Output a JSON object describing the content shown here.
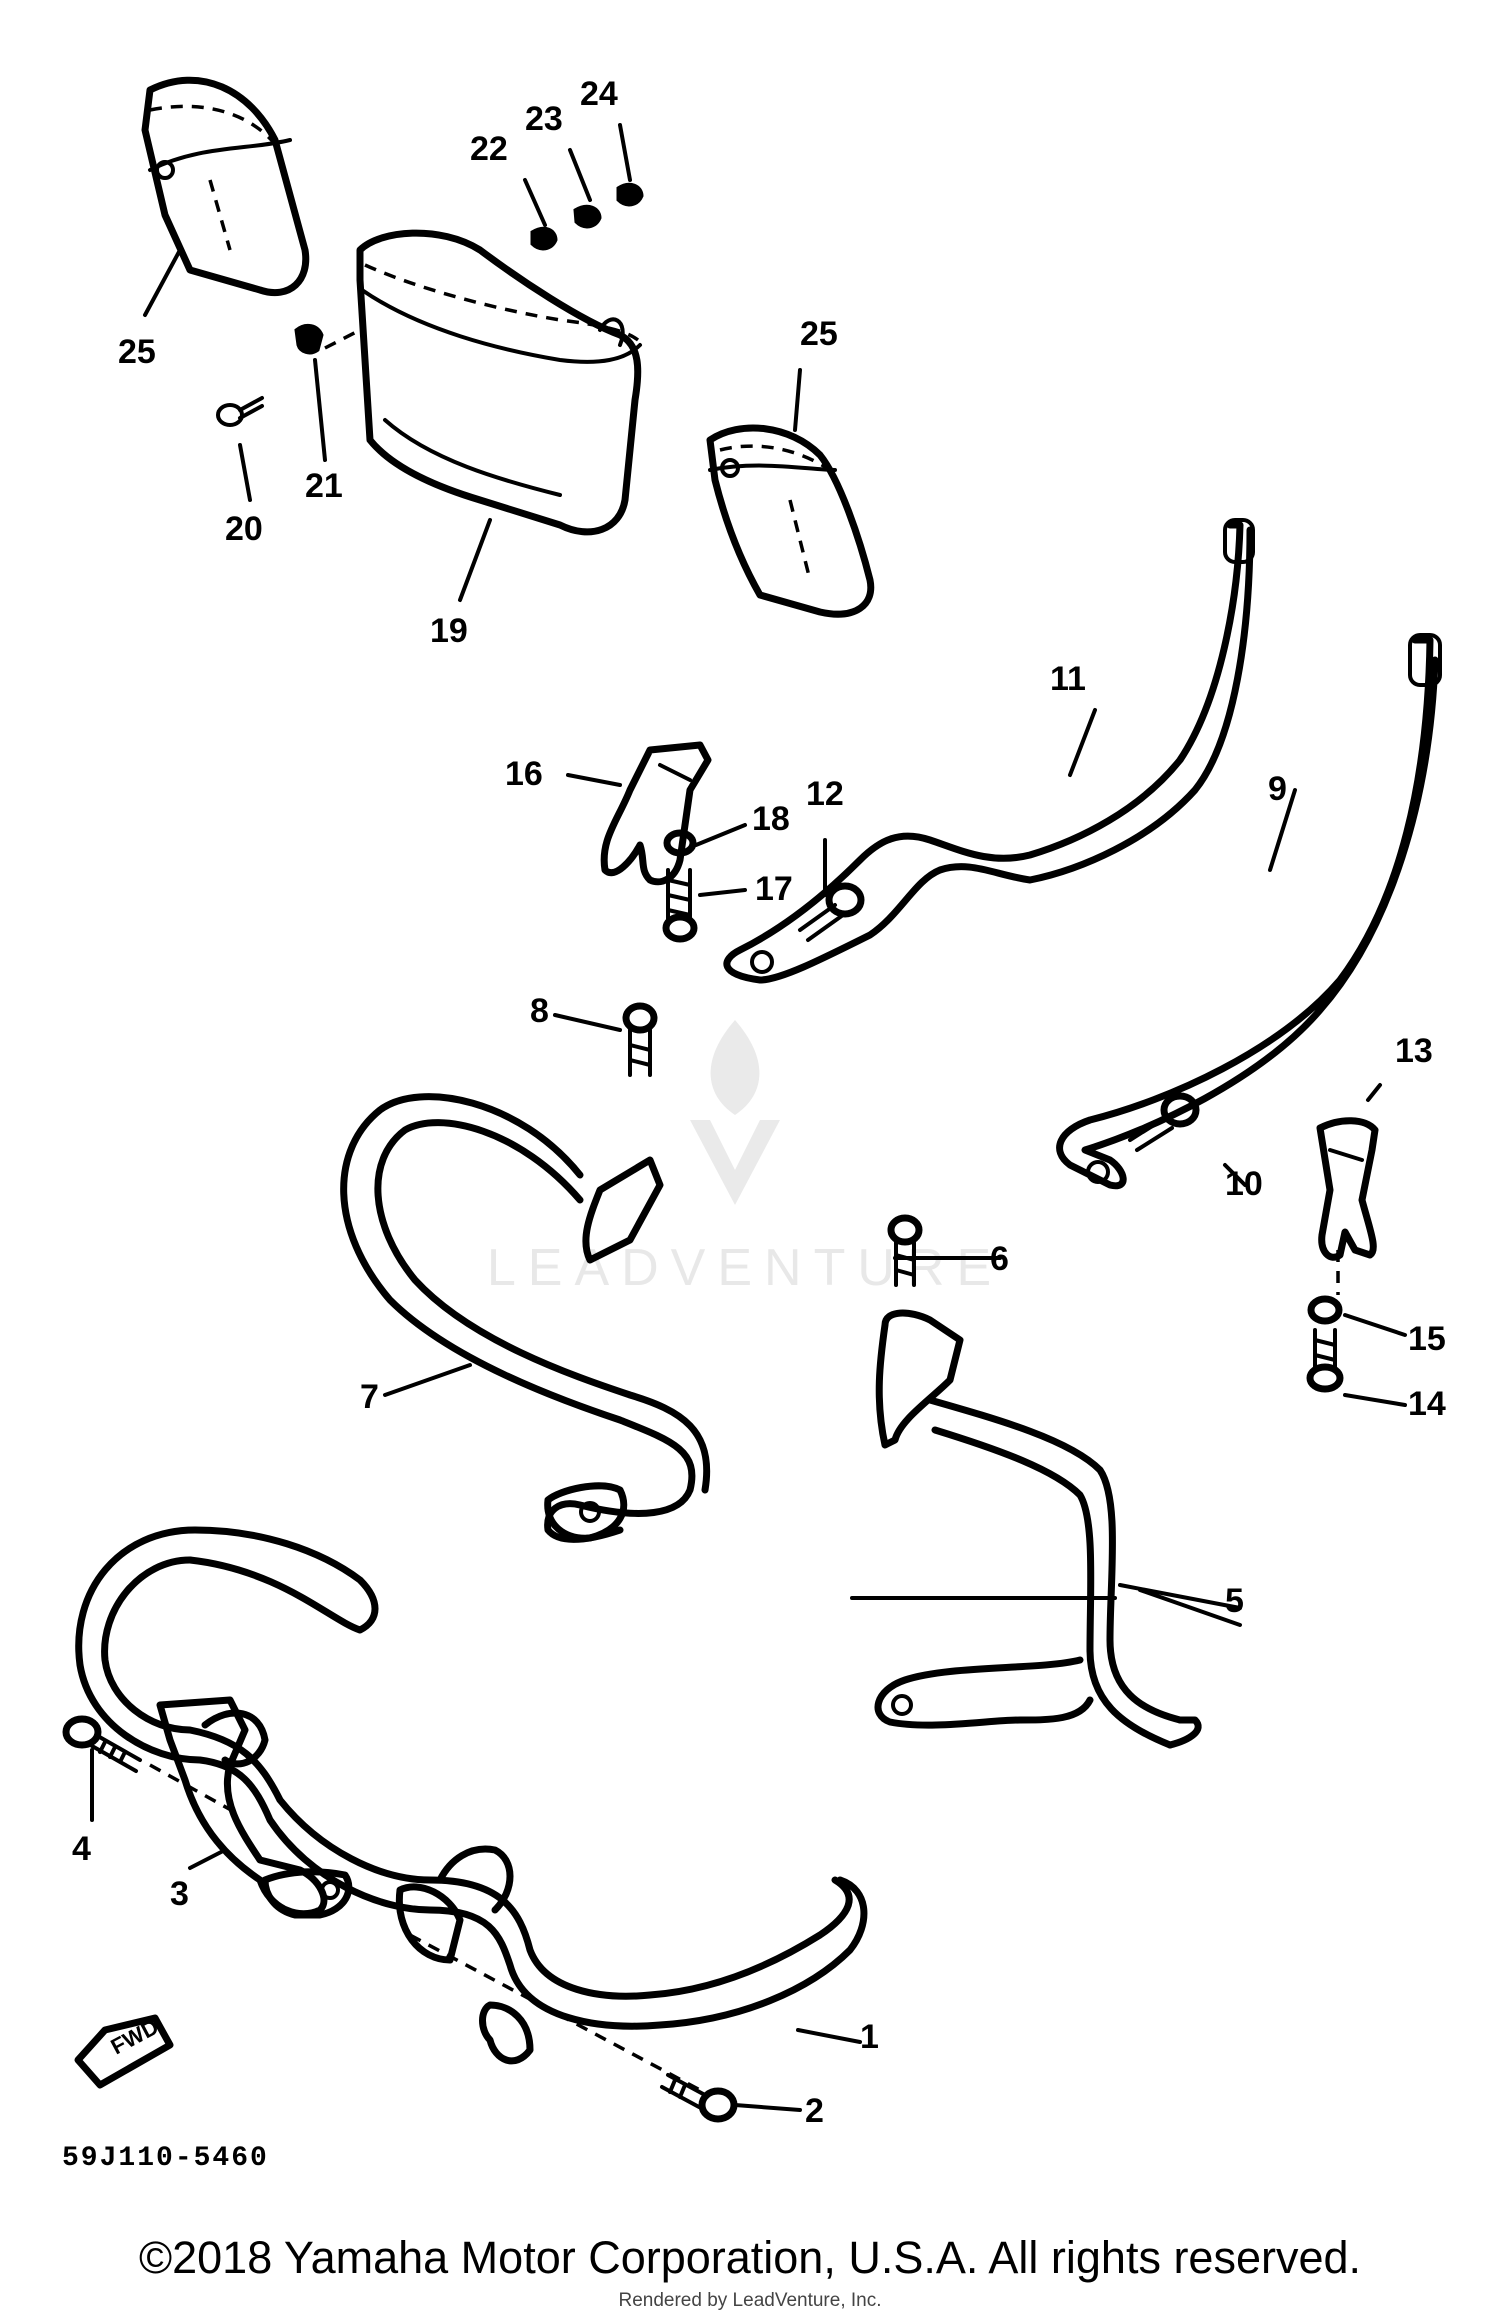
{
  "diagram": {
    "callouts": [
      "1",
      "2",
      "3",
      "4",
      "5",
      "6",
      "7",
      "8",
      "9",
      "10",
      "11",
      "12",
      "13",
      "14",
      "15",
      "16",
      "17",
      "18",
      "19",
      "20",
      "21",
      "22",
      "23",
      "24",
      "25",
      "25"
    ],
    "diagram_code": "59J110-5460",
    "forward_label": "FWD",
    "watermark": "LEADVENTURE"
  },
  "footer": {
    "copyright": "©2018 Yamaha Motor Corporation, U.S.A. All rights reserved.",
    "rendered_by": "Rendered by LeadVenture, Inc."
  }
}
